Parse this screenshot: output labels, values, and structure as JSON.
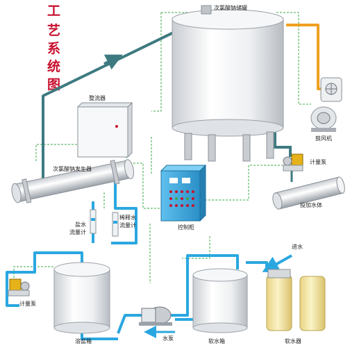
{
  "title_chars": [
    "工",
    "艺",
    "系",
    "统",
    "图"
  ],
  "labels": {
    "storage_tank": "次氯酸钠储罐",
    "rectifier": "整流器",
    "generator": "次氯酸钠发生器",
    "blower": "鼓风机",
    "metering_pump_top": "计量泵",
    "dosing_point": "投加水体",
    "control_cabinet": "控制柜",
    "brine_flowmeter_1": "盐水",
    "brine_flowmeter_2": "流量计",
    "dilution_flowmeter_1": "稀释水",
    "dilution_flowmeter_2": "流量计",
    "water_inlet": "进水",
    "metering_pump_left": "计量泵",
    "salt_tank": "溶盐箱",
    "water_pump": "水泵",
    "soft_water_tank": "软水箱",
    "softener": "软水器"
  },
  "colors": {
    "title": "#c8102e",
    "pipe_brine": "#2aa7e0",
    "pipe_product": "#3d7a80",
    "pipe_air": "#f0a020",
    "signal_wire": "#39a845",
    "cabinet": "#3aa6de",
    "softener_resin": "#f3e5a0"
  }
}
